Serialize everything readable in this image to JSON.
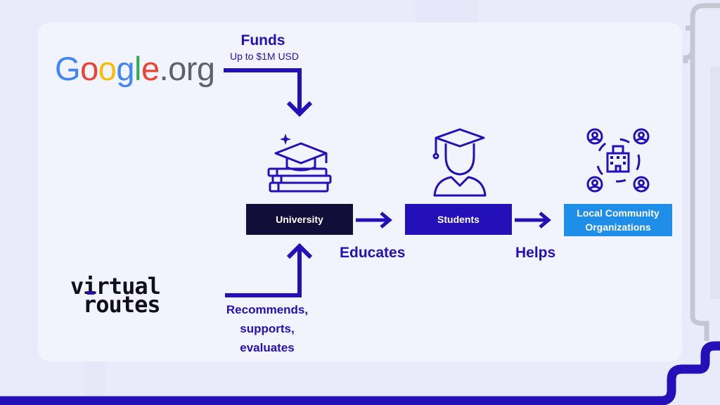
{
  "diagram": {
    "funds_label": "Funds",
    "funds_amount": "Up to $1M USD",
    "nodes": {
      "university": "University",
      "students": "Students",
      "community": "Local Community Organizations"
    },
    "edges": {
      "educates": "Educates",
      "helps": "Helps",
      "recommends": "Recommends, supports, evaluates"
    }
  },
  "logos": {
    "google_org": "Google.org",
    "virtual_routes": "virtual routes"
  },
  "colors": {
    "primary": "#2410b8",
    "dark": "#120e3a",
    "light_blue": "#1f8ee8",
    "background": "#e9ebfb",
    "panel": "#f1f3fd"
  },
  "icons": [
    "graduation-cap-books-icon",
    "student-icon",
    "community-organization-icon"
  ]
}
